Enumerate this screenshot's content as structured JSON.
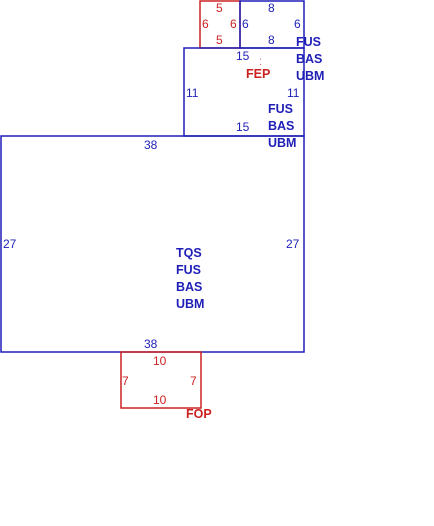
{
  "colors": {
    "blue": "#1f1fb8",
    "red": "#cc2222"
  },
  "sections": {
    "small_red": {
      "top": "5",
      "bottom": "5",
      "left": "6",
      "right": "6"
    },
    "small_blue": {
      "top": "8",
      "bottom": "8",
      "left": "6",
      "right": "6",
      "labels": [
        "FUS",
        "BAS",
        "UBM"
      ]
    },
    "fep": {
      "marker": "ː",
      "label": "FEP"
    },
    "middle": {
      "top": "15",
      "bottom": "15",
      "left": "11",
      "right": "11",
      "labels": [
        "FUS",
        "BAS",
        "UBM"
      ]
    },
    "large": {
      "top": "38",
      "bottom": "38",
      "left": "27",
      "right": "27",
      "labels": [
        "TQS",
        "FUS",
        "BAS",
        "UBM"
      ]
    },
    "fop": {
      "top": "10",
      "bottom": "10",
      "left": "7",
      "right": "7",
      "label": "FOP"
    }
  }
}
